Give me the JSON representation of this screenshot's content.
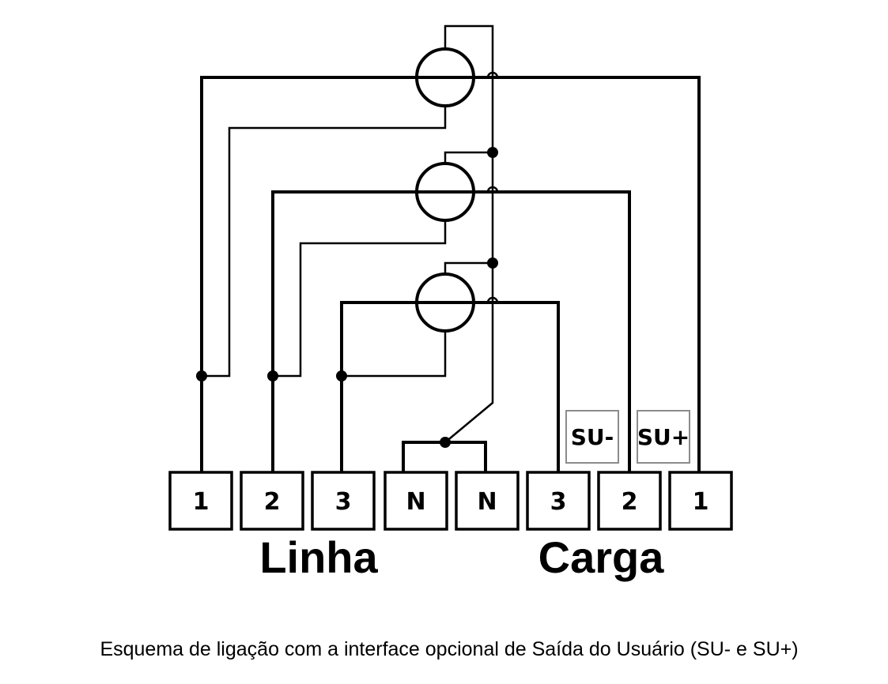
{
  "terminals": [
    {
      "label": "1"
    },
    {
      "label": "2"
    },
    {
      "label": "3"
    },
    {
      "label": "N"
    },
    {
      "label": "N"
    },
    {
      "label": "3"
    },
    {
      "label": "2"
    },
    {
      "label": "1"
    }
  ],
  "user_outputs": [
    {
      "label": "SU-"
    },
    {
      "label": "SU+"
    }
  ],
  "groups": {
    "line_label": "Linha",
    "load_label": "Carga"
  },
  "caption": "Esquema de ligação com a interface opcional de Saída do Usuário (SU- e SU+)"
}
